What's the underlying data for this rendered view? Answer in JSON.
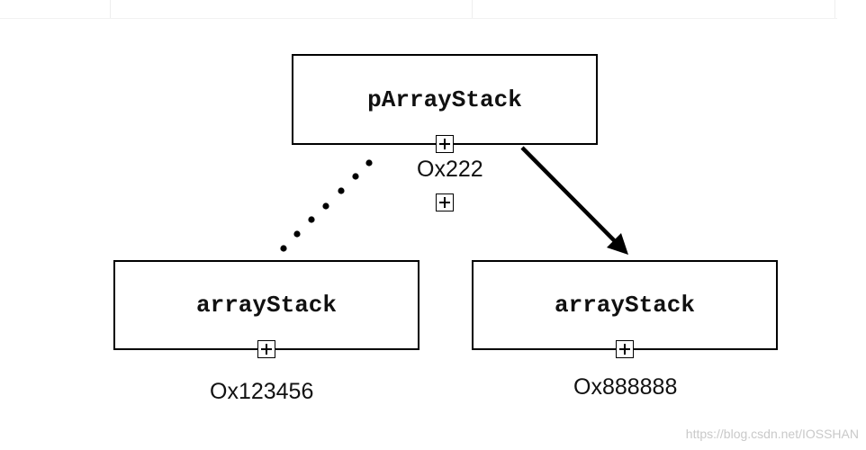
{
  "nodes": {
    "top": {
      "label": "pArrayStack",
      "address": "Ox222"
    },
    "left": {
      "label": "arrayStack",
      "address": "Ox123456"
    },
    "right": {
      "label": "arrayStack",
      "address": "Ox888888"
    }
  },
  "watermark": "https://blog.csdn.net/IOSSHAN"
}
